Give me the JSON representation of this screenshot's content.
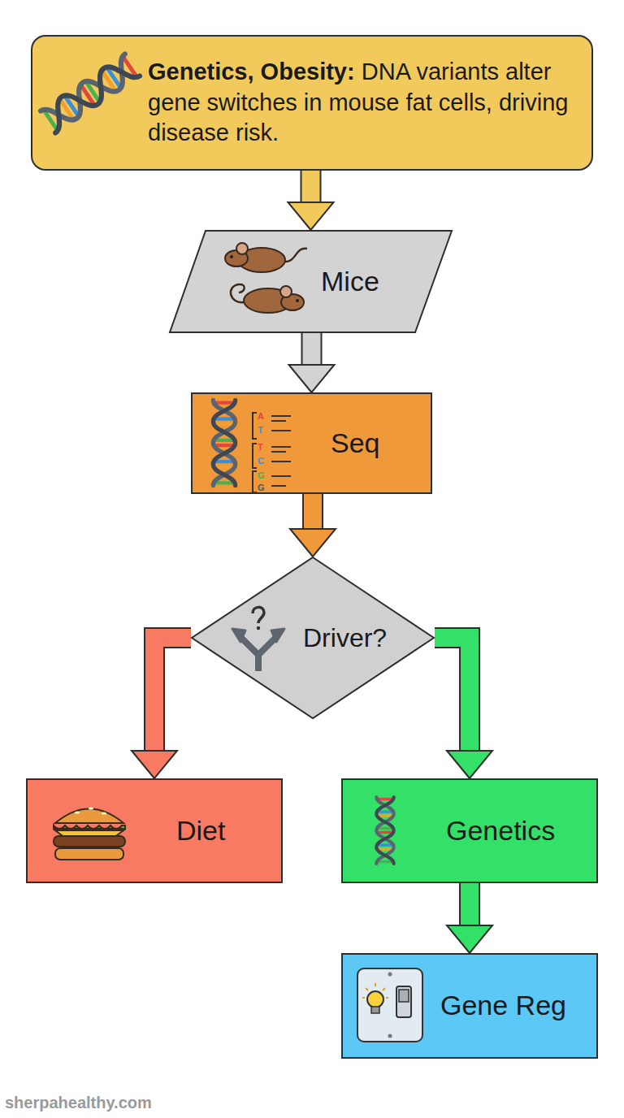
{
  "diagram": {
    "nodes": [
      {
        "text": [
          "Genetics, Obesity:",
          "DNA variants alter gene switches in mouse fat cells, driving disease risk."
        ]
      },
      {
        "text": [
          "Mice"
        ]
      },
      {
        "text": [
          "Seq"
        ]
      },
      {
        "text": [
          "Driver?"
        ]
      },
      {
        "text": [
          "Diet"
        ]
      },
      {
        "text": [
          "Genetics"
        ]
      },
      {
        "text": [
          "Gene Reg"
        ]
      }
    ],
    "edges": [
      {
        "from": 0,
        "to": 1,
        "arrow": "to"
      },
      {
        "from": 1,
        "to": 2,
        "arrow": "to"
      },
      {
        "from": 2,
        "to": 3,
        "arrow": "to"
      },
      {
        "from": 3,
        "to": 4,
        "arrow": "to"
      },
      {
        "from": 3,
        "to": 5,
        "arrow": "to"
      },
      {
        "from": 5,
        "to": 6,
        "arrow": "to"
      }
    ],
    "labels": [
      "A",
      "T",
      "T",
      "C",
      "G",
      "G",
      "sherpahealthy.com"
    ]
  }
}
